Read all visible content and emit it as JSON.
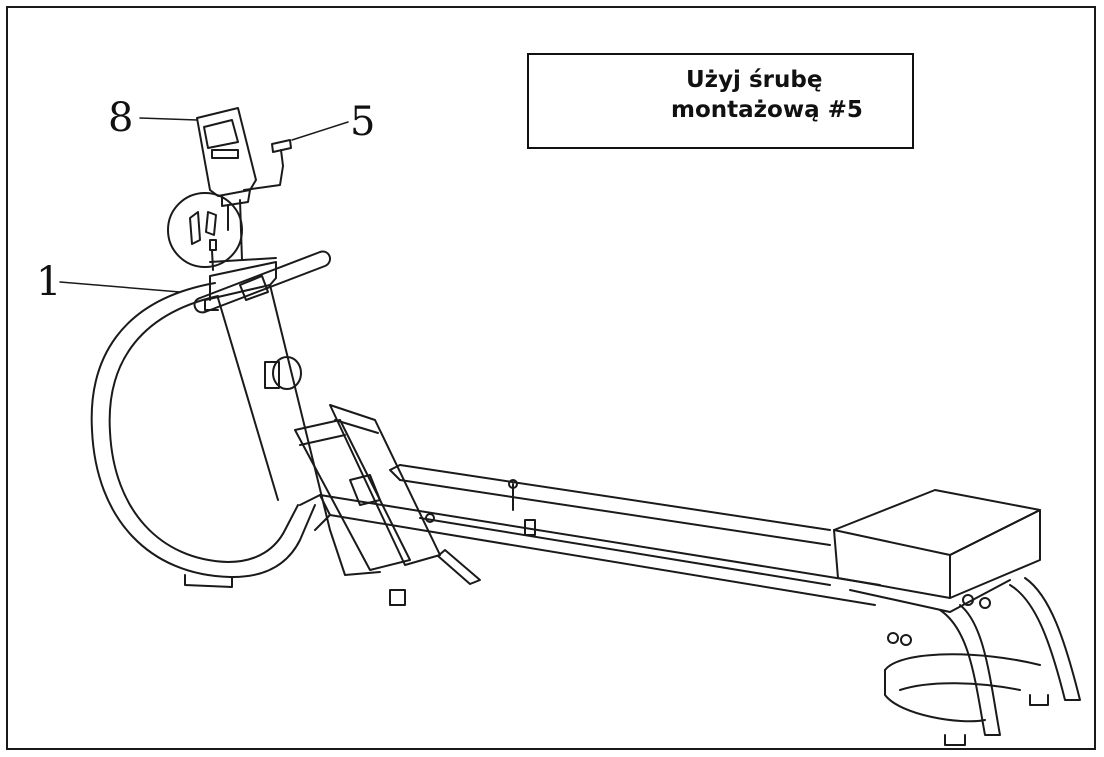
{
  "callouts": {
    "part_8": "8",
    "part_5": "5",
    "part_1": "1"
  },
  "note": {
    "line1": "Użyj śrubę",
    "line2": "montażową #5"
  },
  "colors": {
    "line": "#1a1a1a",
    "background": "#ffffff"
  }
}
